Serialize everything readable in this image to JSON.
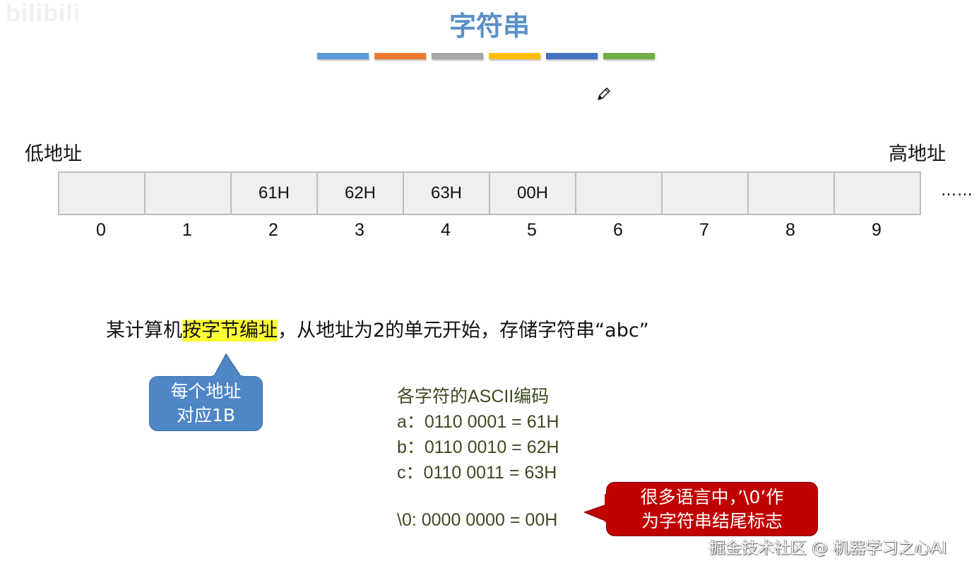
{
  "watermark_top": "bilibili",
  "slide": {
    "title": "字符串",
    "title_color": "#5b8fc7",
    "color_bars": [
      "#5b9bd5",
      "#ed7d31",
      "#a5a5a5",
      "#ffc000",
      "#4472c4",
      "#70ad47"
    ]
  },
  "memory": {
    "low_address_label": "低地址",
    "high_address_label": "高地址",
    "cells": [
      "",
      "",
      "61H",
      "62H",
      "63H",
      "00H",
      "",
      "",
      "",
      ""
    ],
    "indices": [
      "0",
      "1",
      "2",
      "3",
      "4",
      "5",
      "6",
      "7",
      "8",
      "9"
    ],
    "ellipsis": "……"
  },
  "sentence": {
    "before": "某计算机",
    "highlight": "按字节编址",
    "after": "，从地址为2的单元开始，存储字符串“abc”",
    "highlight_color": "#ffff33"
  },
  "callout_blue": {
    "line1": "每个地址",
    "line2": "对应1B",
    "color": "#4e86c6"
  },
  "ascii": {
    "heading": "各字符的ASCII编码",
    "rows": [
      "a：0110 0001 = 61H",
      "b：0110 0010 = 62H",
      "c：0110 0011 = 63H"
    ],
    "null_row": "\\0: 0000 0000 = 00H",
    "text_color": "#3d4a22"
  },
  "callout_red": {
    "line1": "很多语言中，’\\0’作",
    "line2": "为字符串结尾标志",
    "color": "#c00000"
  },
  "watermark_bottom": "掘金技术社区 @ 机器学习之心AI"
}
